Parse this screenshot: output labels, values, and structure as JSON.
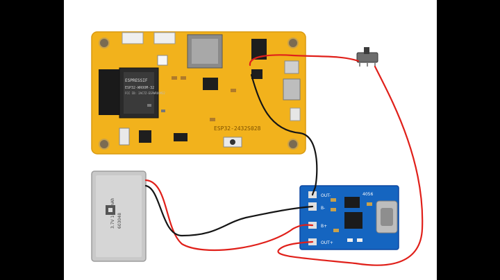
{
  "scene": {
    "background": "#ffffff",
    "letterbox": "#000000",
    "colors": {
      "pcb_main": "#f2b21c",
      "pcb_charger": "#1565c0",
      "battery": "#c9c9c9",
      "wire_red": "#e0201a",
      "wire_black": "#151515"
    }
  },
  "esp_board": {
    "module_brand": "ESPRESSIF",
    "module_model": "ESP32-WROOM-32",
    "cert": "FCC ID: 2AC7Z-ESPWROOM32",
    "silk_model": "ESP32-2432S028"
  },
  "charger_board": {
    "labels": {
      "out_minus": "OUT-",
      "out_plus": "OUT+",
      "b_minus": "B-",
      "b_plus": "B+",
      "chip": "4056"
    }
  },
  "battery": {
    "label_line1": "3.7V 1000mAh",
    "label_line2": "603048"
  }
}
